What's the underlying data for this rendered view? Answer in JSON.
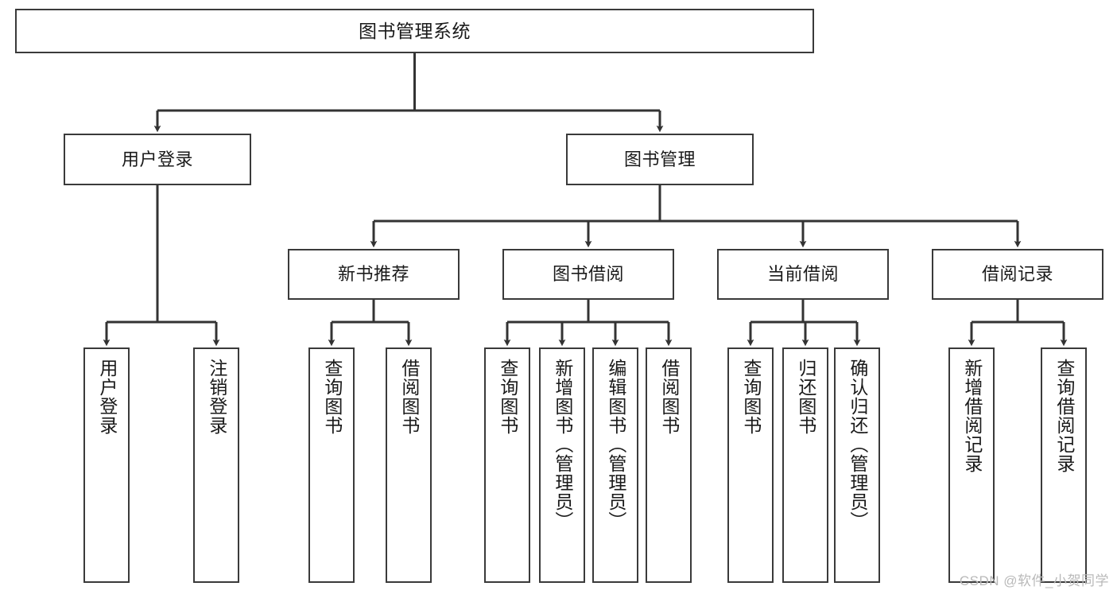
{
  "diagram": {
    "title": "图书管理系统",
    "type": "tree-hierarchy",
    "colors": {
      "box_border": "#3a3a3a",
      "box_fill": "#ffffff",
      "connector": "#333333",
      "text": "#1a1a1a",
      "watermark": "#b9b9b9",
      "background": "#ffffff"
    },
    "root": {
      "label": "图书管理系统"
    },
    "level2": [
      {
        "label": "用户登录"
      },
      {
        "label": "图书管理"
      }
    ],
    "level3": [
      {
        "label": "新书推荐"
      },
      {
        "label": "图书借阅"
      },
      {
        "label": "当前借阅"
      },
      {
        "label": "借阅记录"
      }
    ],
    "leaves": {
      "user_login": [
        {
          "label": "用户登录"
        },
        {
          "label": "注销登录"
        }
      ],
      "new_book": [
        {
          "label": "查询图书"
        },
        {
          "label": "借阅图书"
        }
      ],
      "book_borrow": [
        {
          "label": "查询图书"
        },
        {
          "label": "新增图书（管理员）"
        },
        {
          "label": "编辑图书（管理员）"
        },
        {
          "label": "借阅图书"
        }
      ],
      "current_borrow": [
        {
          "label": "查询图书"
        },
        {
          "label": "归还图书"
        },
        {
          "label": "确认归还（管理员）"
        }
      ],
      "borrow_record": [
        {
          "label": "新增借阅记录"
        },
        {
          "label": "查询借阅记录"
        }
      ]
    },
    "watermark": "CSDN @软件_小贺同学"
  }
}
